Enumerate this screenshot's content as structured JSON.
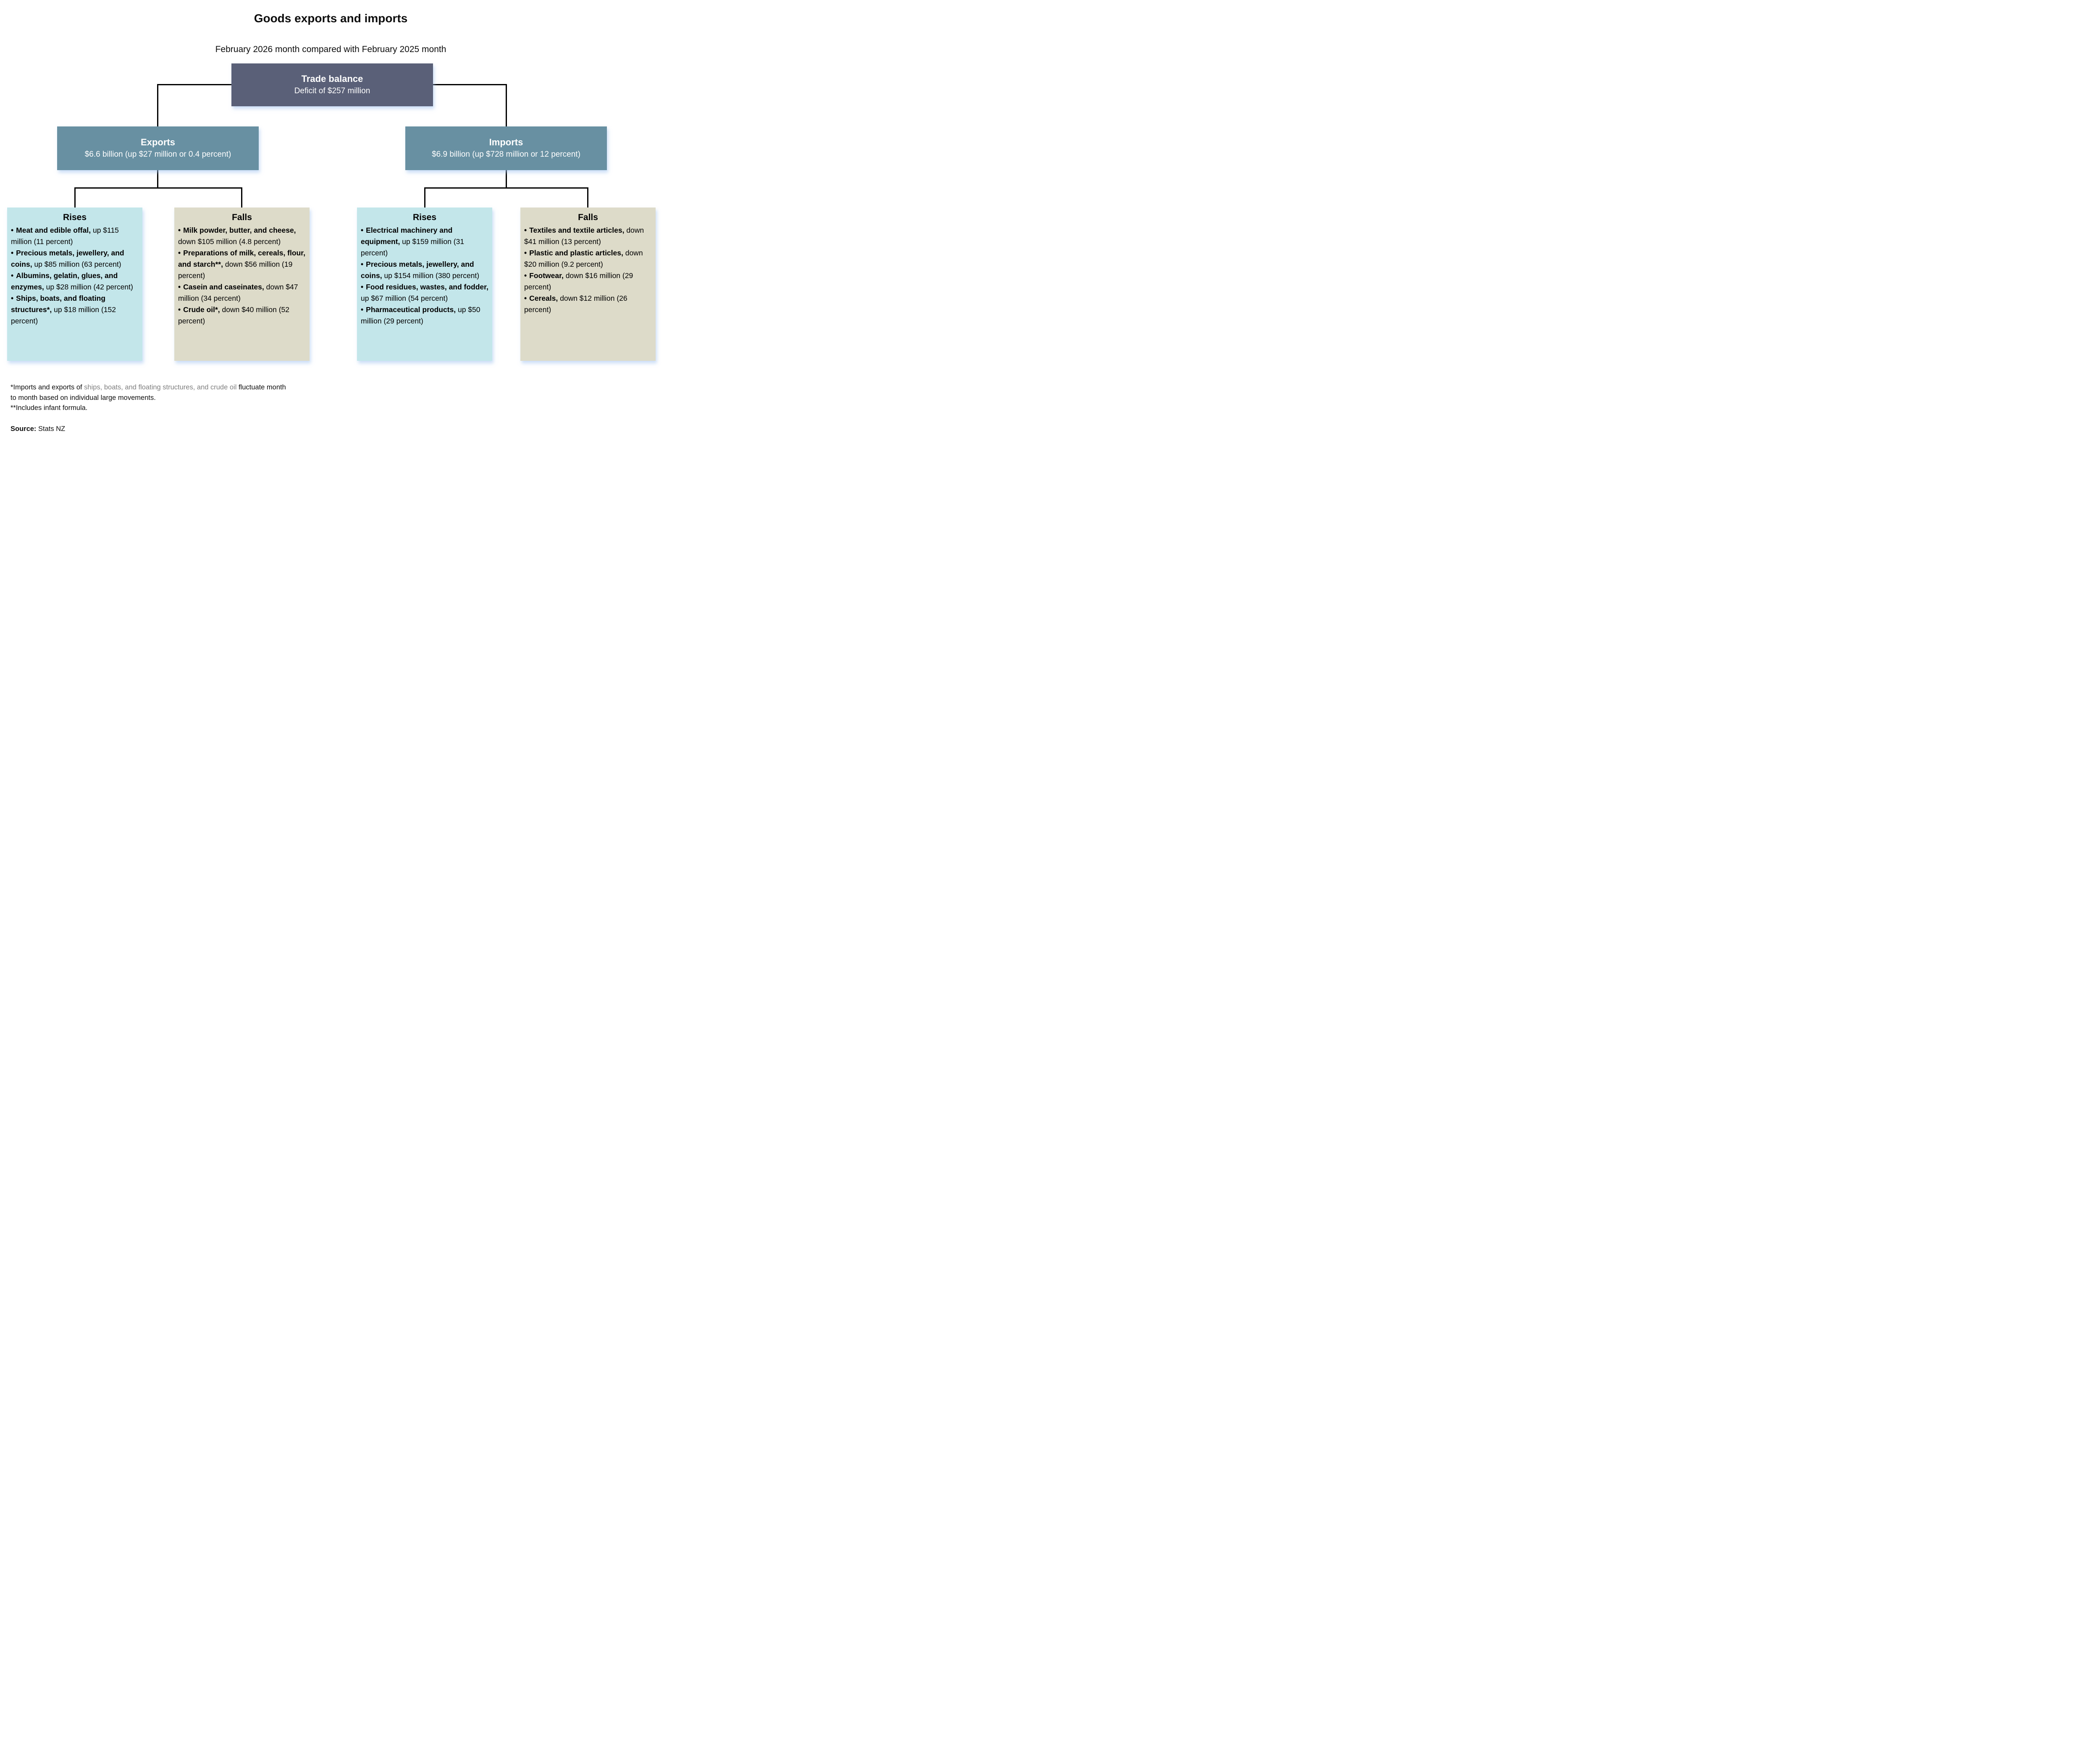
{
  "title": "Goods exports and imports",
  "subtitle": "February 2026 month compared with February 2025 month",
  "colors": {
    "trade_box": "#5a6078",
    "exports_imports_box": "#6890a2",
    "rises_box": "#c3e6ea",
    "falls_box": "#dddbc9",
    "connector": "#000000",
    "footnote_gray": "#7f7f7f",
    "box_text": "#ffffff"
  },
  "trade_balance": {
    "title": "Trade balance",
    "subtitle": "Deficit of $257 million"
  },
  "exports": {
    "title": "Exports",
    "subtitle": "$6.6 billion (up $27 million or 0.4 percent)",
    "rises": {
      "title": "Rises",
      "items": [
        {
          "bullet": "•",
          "bold": "Meat and edible offal,",
          "rest": " up $115 million (11 percent)"
        },
        {
          "bullet": "•",
          "bold": "Precious metals, jewellery, and coins,",
          "rest": " up $85 million (63 percent)"
        },
        {
          "bullet": "•",
          "bold": "Albumins, gelatin, glues, and enzymes,",
          "rest": " up $28 million (42 percent)"
        },
        {
          "bullet": "•",
          "bold": "Ships, boats, and floating structures*,",
          "rest": " up $18 million (152 percent)"
        }
      ]
    },
    "falls": {
      "title": "Falls",
      "items": [
        {
          "bullet": "•",
          "bold": "Milk powder, butter, and cheese,",
          "rest": " down $105 million (4.8 percent)"
        },
        {
          "bullet": "•",
          "bold": "Preparations of milk, cereals, flour, and starch**,",
          "rest": " down $56 million (19 percent)"
        },
        {
          "bullet": "•",
          "bold": "Casein and caseinates,",
          "rest": " down $47 million (34 percent)"
        },
        {
          "bullet": "•",
          "bold": "Crude oil*,",
          "rest": " down $40 million (52 percent)"
        }
      ]
    }
  },
  "imports": {
    "title": "Imports",
    "subtitle": "$6.9 billion (up $728 million or 12 percent)",
    "rises": {
      "title": "Rises",
      "items": [
        {
          "bullet": "•",
          "bold": "Electrical machinery and equipment,",
          "rest": " up $159 million (31 percent)"
        },
        {
          "bullet": "•",
          "bold": "Precious metals, jewellery, and coins,",
          "rest": " up $154 million (380 percent)"
        },
        {
          "bullet": "•",
          "bold": "Food residues, wastes, and fodder,",
          "rest": " up $67 million (54 percent)"
        },
        {
          "bullet": "•",
          "bold": "Pharmaceutical products,",
          "rest": " up $50 million (29 percent)"
        }
      ]
    },
    "falls": {
      "title": "Falls",
      "items": [
        {
          "bullet": "•",
          "bold": "Textiles and textile articles,",
          "rest": " down $41 million (13 percent)"
        },
        {
          "bullet": "•",
          "bold": "Plastic and plastic articles,",
          "rest": " down $20 million (9.2 percent)"
        },
        {
          "bullet": "•",
          "bold": "Footwear,",
          "rest": " down $16 million (29 percent)"
        },
        {
          "bullet": "•",
          "bold": "Cereals,",
          "rest": " down $12 million (26 percent)"
        }
      ]
    }
  },
  "footnotes": {
    "line1_part1": "*Imports and exports of ",
    "line1_gray": "ships, boats, and floating structures, and crude oil",
    "line1_part2": " fluctuate month to month based on individual large movements.",
    "line2": "**Includes infant formula."
  },
  "source": {
    "label": "Source:",
    "text": " Stats NZ"
  }
}
